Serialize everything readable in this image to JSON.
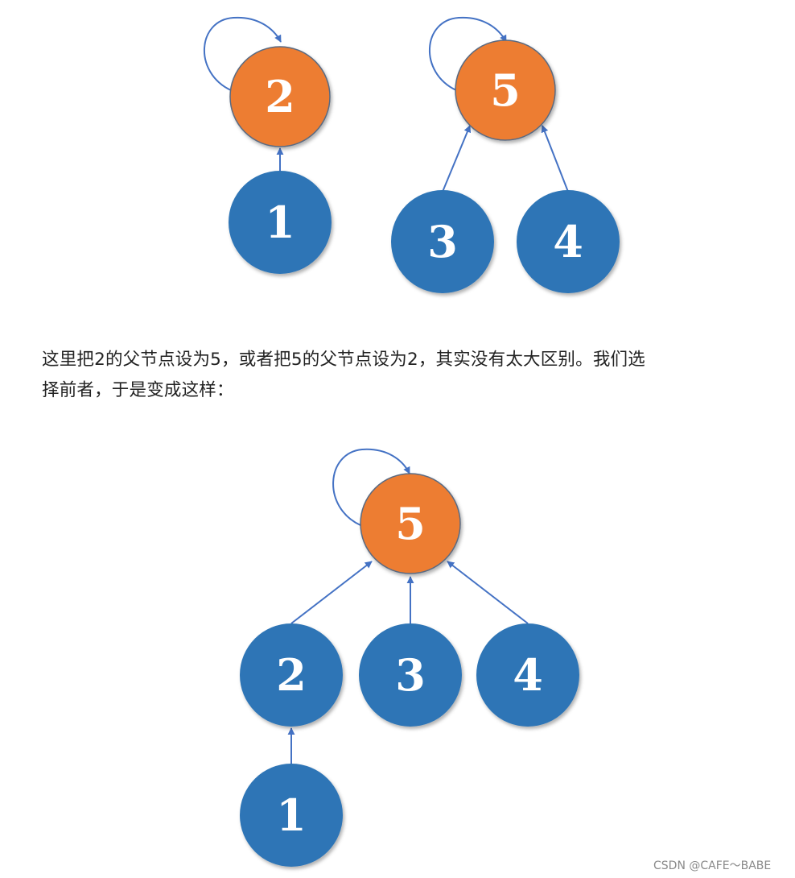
{
  "diagram_top": {
    "nodes": [
      {
        "label": "2",
        "role": "root"
      },
      {
        "label": "1",
        "role": "child"
      },
      {
        "label": "5",
        "role": "root"
      },
      {
        "label": "3",
        "role": "child"
      },
      {
        "label": "4",
        "role": "child"
      }
    ],
    "edges": [
      {
        "from": "2",
        "to": "2",
        "kind": "self-loop"
      },
      {
        "from": "1",
        "to": "2"
      },
      {
        "from": "5",
        "to": "5",
        "kind": "self-loop"
      },
      {
        "from": "3",
        "to": "5"
      },
      {
        "from": "4",
        "to": "5"
      }
    ]
  },
  "paragraph": {
    "line1": "这里把2的父节点设为5，或者把5的父节点设为2，其实没有太大区别。我们选",
    "line2": "择前者，于是变成这样："
  },
  "diagram_bottom": {
    "nodes": [
      {
        "label": "5",
        "role": "root"
      },
      {
        "label": "2",
        "role": "child"
      },
      {
        "label": "3",
        "role": "child"
      },
      {
        "label": "4",
        "role": "child"
      },
      {
        "label": "1",
        "role": "child"
      }
    ],
    "edges": [
      {
        "from": "5",
        "to": "5",
        "kind": "self-loop"
      },
      {
        "from": "2",
        "to": "5"
      },
      {
        "from": "3",
        "to": "5"
      },
      {
        "from": "4",
        "to": "5"
      },
      {
        "from": "1",
        "to": "2"
      }
    ]
  },
  "colors": {
    "root_fill": "#ed7d31",
    "child_fill": "#2e75b6",
    "edge": "#4472c4",
    "label": "#ffffff"
  },
  "watermark": "CSDN @CAFE～BABE"
}
